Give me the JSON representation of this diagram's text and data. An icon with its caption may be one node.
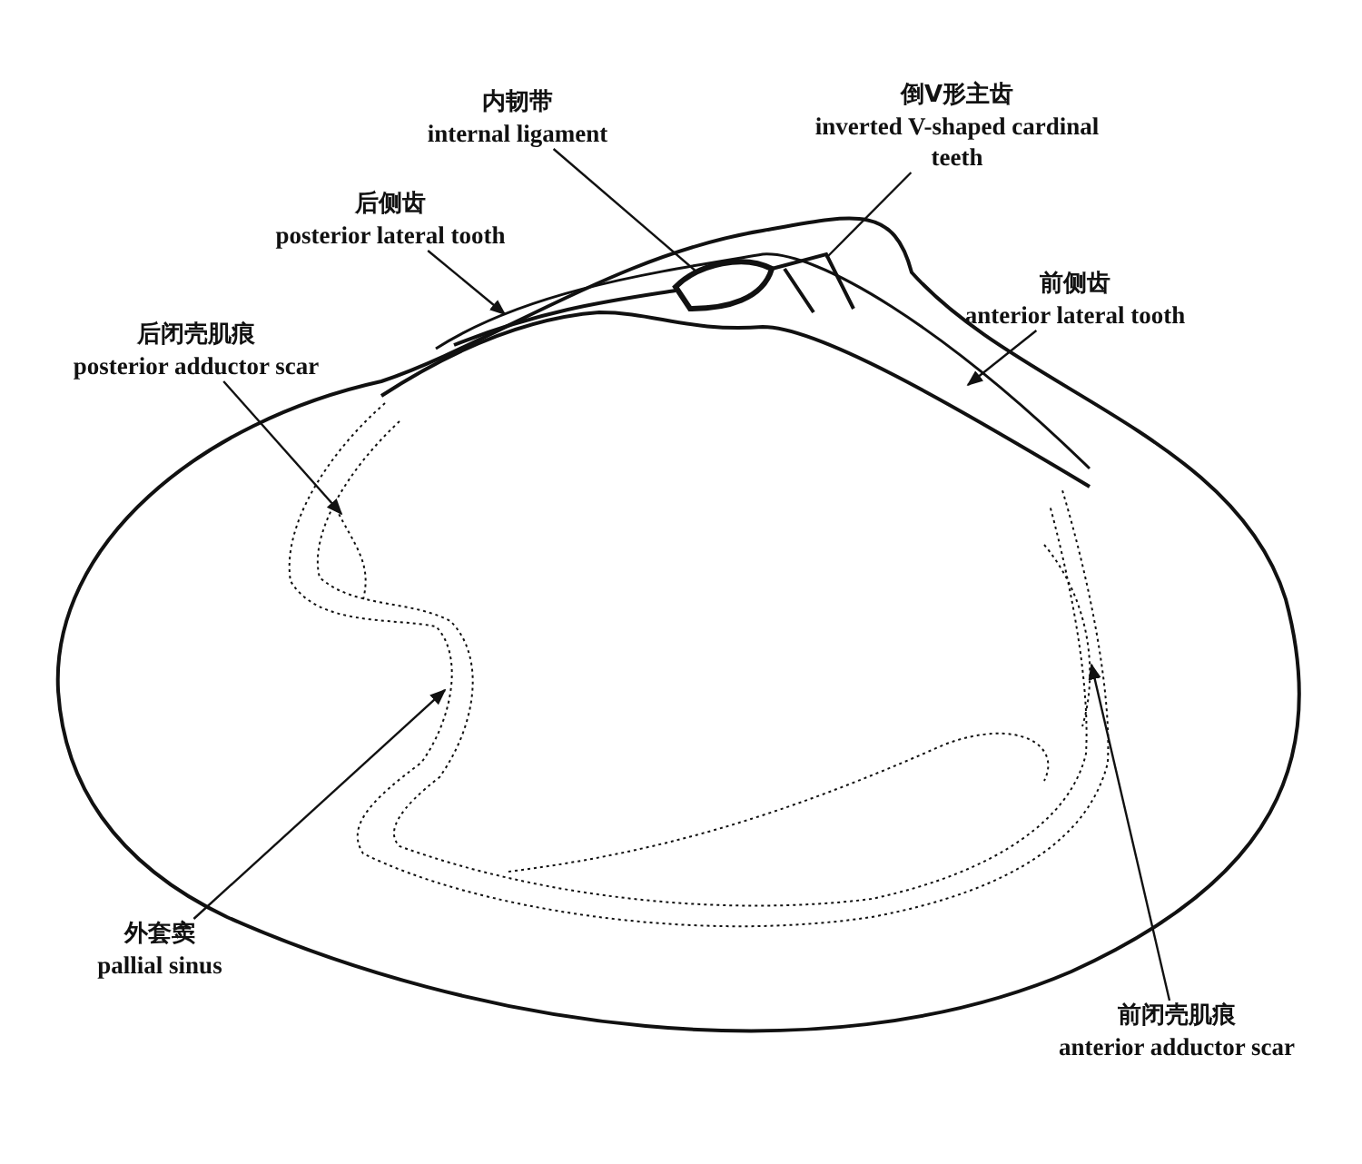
{
  "diagram": {
    "nodes": [
      {
        "text": [
          "内韧带",
          "internal ligament"
        ]
      },
      {
        "text": [
          "倒V形主齿",
          "inverted V-shaped cardinal teeth"
        ]
      },
      {
        "text": [
          "后侧齿",
          "posterior lateral tooth"
        ]
      },
      {
        "text": [
          "前侧齿",
          "anterior lateral tooth"
        ]
      },
      {
        "text": [
          "后闭壳肌痕",
          "posterior adductor scar"
        ]
      },
      {
        "text": [
          "外套窦",
          "pallial sinus"
        ]
      },
      {
        "text": [
          "前闭壳肌痕",
          "anterior adductor scar"
        ]
      }
    ],
    "edges": [
      {
        "from": 0,
        "to": null,
        "arrow": "none"
      },
      {
        "from": 1,
        "to": null,
        "arrow": "none"
      },
      {
        "from": 2,
        "to": null,
        "arrow": "to"
      },
      {
        "from": 3,
        "to": null,
        "arrow": "to"
      },
      {
        "from": 4,
        "to": null,
        "arrow": "to"
      },
      {
        "from": 5,
        "to": null,
        "arrow": "to"
      },
      {
        "from": 6,
        "to": null,
        "arrow": "to"
      }
    ]
  }
}
